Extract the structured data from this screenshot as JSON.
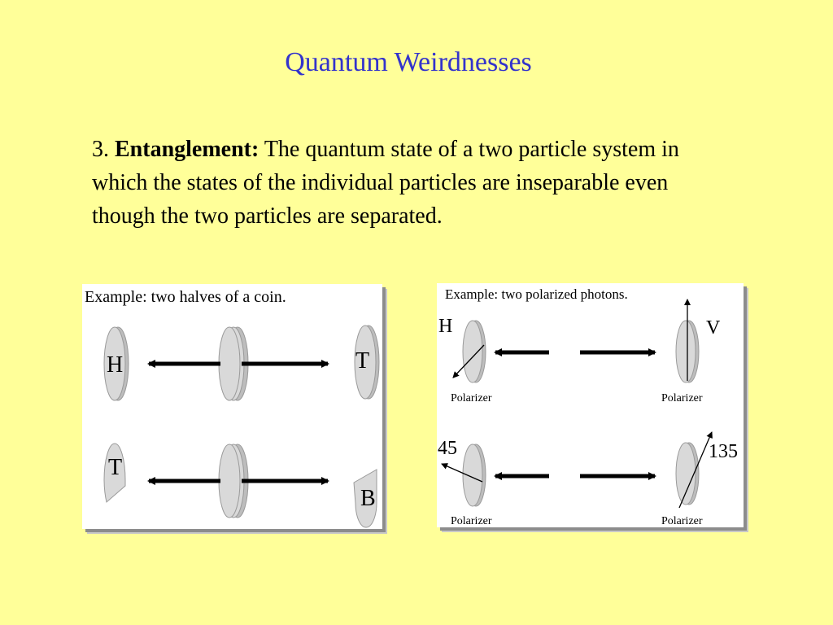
{
  "slide": {
    "title": "Quantum Weirdnesses",
    "number_prefix": "3.",
    "term": "Entanglement:",
    "definition": "The quantum state of a two particle system in which the states of the individual particles are inseparable even though the two particles are separated."
  },
  "coin_panel": {
    "caption": "Example: two halves of a coin.",
    "row1": {
      "left": "H",
      "right": "T"
    },
    "row2": {
      "left": "T",
      "right": "B"
    }
  },
  "photon_panel": {
    "caption": "Example: two polarized photons.",
    "row1": {
      "left": "H",
      "right": "V",
      "left_sub": "Polarizer",
      "right_sub": "Polarizer"
    },
    "row2": {
      "left": "45",
      "right": "135",
      "left_sub": "Polarizer",
      "right_sub": "Polarizer"
    }
  },
  "colors": {
    "background": "#ffff99",
    "title": "#3333cc",
    "disc_fill": "#d9d9d9",
    "disc_edge": "#9a9a9a"
  }
}
